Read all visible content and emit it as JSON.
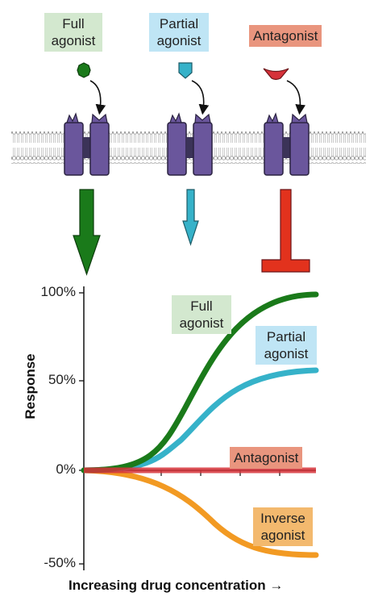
{
  "top_labels": {
    "full_agonist": "Full\nagonist",
    "partial_agonist": "Partial\nagonist",
    "antagonist": "Antagonist"
  },
  "curve_labels": {
    "full_agonist": "Full\nagonist",
    "partial_agonist": "Partial\nagonist",
    "antagonist": "Antagonist",
    "inverse_agonist": "Inverse\nagonist"
  },
  "axis": {
    "y_title": "Response",
    "x_title": "Increasing drug concentration →",
    "y_ticks": [
      "100%",
      "50%",
      "0%",
      "-50%"
    ]
  },
  "colors": {
    "full": "#1a7a1a",
    "partial": "#36b2c9",
    "antagonist": "#d6323a",
    "inverse": "#f29a23",
    "receptor": "#6a569c",
    "arrow_full": "#1a7a1a",
    "arrow_partial": "#36b2c9",
    "block": "#e2321d"
  },
  "icons": {
    "full_ligand": "octagon-ligand-icon",
    "partial_ligand": "shield-ligand-icon",
    "antagonist_ligand": "wedge-ligand-icon"
  }
}
